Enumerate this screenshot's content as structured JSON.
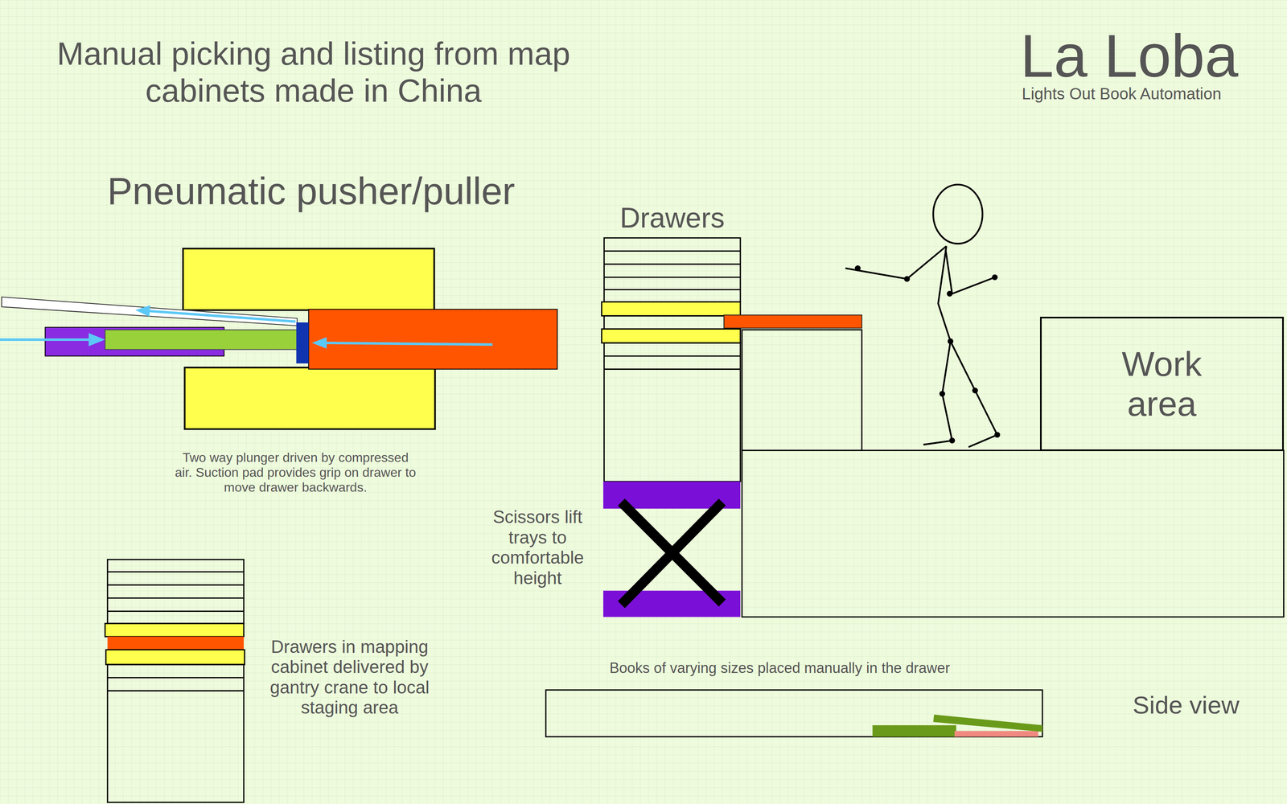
{
  "diagram": {
    "title": "Manual picking and listing from map cabinets made in China",
    "nodes": [
      {
        "text": [
          "Work area"
        ]
      }
    ],
    "labels": [
      "La Loba",
      "Lights Out Book Automation",
      "Pneumatic pusher/puller",
      "Two way plunger driven by compressed air. Suction pad provides grip on drawer to move drawer backwards.",
      "Drawers",
      "Scissors lift trays to comfortable height",
      "Drawers in mapping cabinet delivered by gantry crane to local staging area",
      "Books of varying sizes placed manually in the drawer",
      "Side view"
    ]
  }
}
